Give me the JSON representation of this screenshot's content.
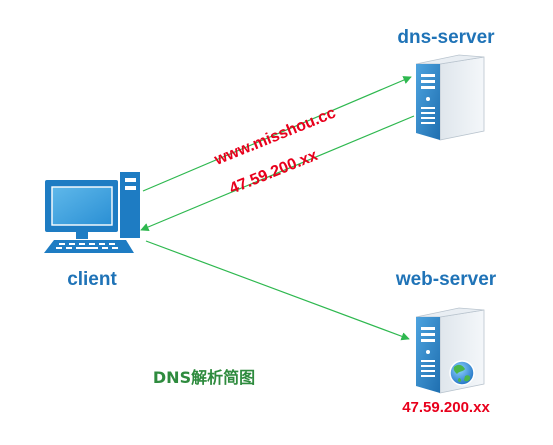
{
  "nodes": {
    "client": {
      "label": "client"
    },
    "dns_server": {
      "label": "dns-server"
    },
    "web_server": {
      "label": "web-server",
      "ip": "47.59.200.xx"
    }
  },
  "edges": {
    "query": {
      "label": "www.misshou.cc"
    },
    "response": {
      "label": "47.59.200.xx"
    }
  },
  "caption": "DNS解析简图",
  "colors": {
    "node_label": "#1f73b7",
    "edge_label": "#e8001c",
    "ip_label": "#e8001c",
    "caption": "#2e8b3e",
    "arrow": "#2eb84f"
  },
  "icons": {
    "client": "desktop-computer-icon",
    "dns_server": "server-tower-icon",
    "web_server": "server-tower-icon",
    "globe": "globe-icon"
  }
}
